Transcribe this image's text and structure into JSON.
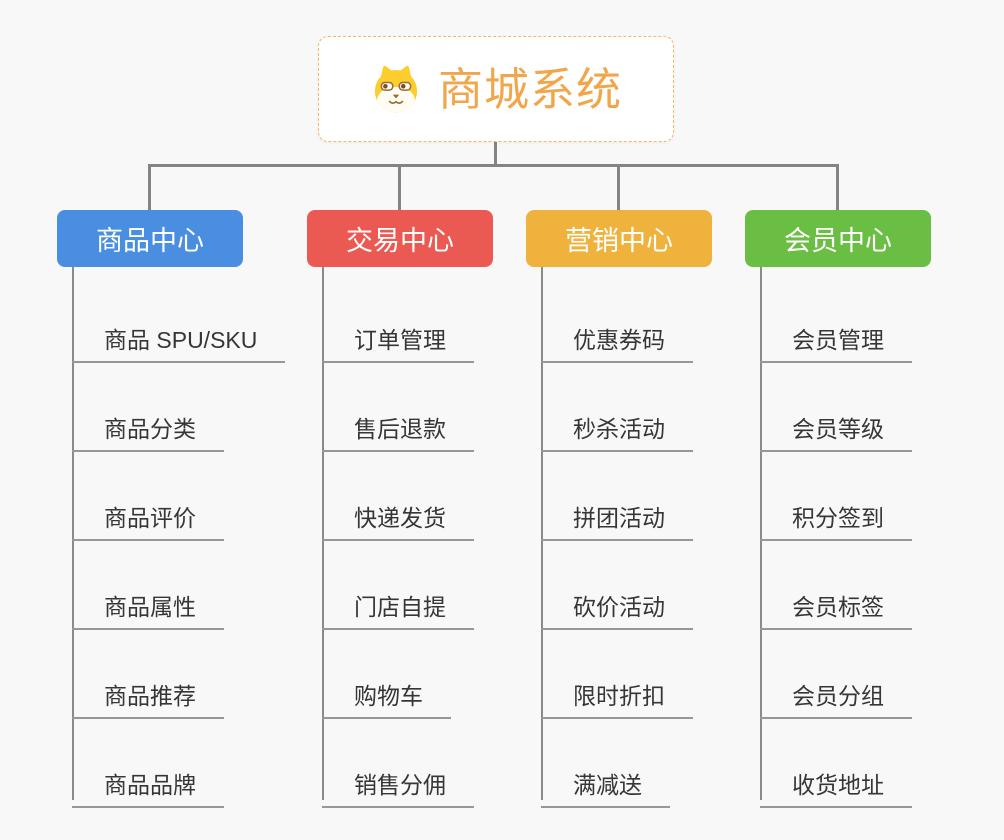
{
  "background": "#f8f8f8",
  "connector_color": "#848484",
  "underline_color": "#979797",
  "child_text_color": "#363636",
  "header_text_color": "#ffffff",
  "root": {
    "title": "商城系统",
    "icon": "dog-face-icon",
    "title_color": "#f0a64a",
    "border_color": "#f4b763"
  },
  "branches": [
    {
      "label": "商品中心",
      "color": "#4a8ee2",
      "children": [
        "商品 SPU/SKU",
        "商品分类",
        "商品评价",
        "商品属性",
        "商品推荐",
        "商品品牌"
      ]
    },
    {
      "label": "交易中心",
      "color": "#eb5a52",
      "children": [
        "订单管理",
        "售后退款",
        "快递发货",
        "门店自提",
        "购物车",
        "销售分佣"
      ]
    },
    {
      "label": "营销中心",
      "color": "#efb23d",
      "children": [
        "优惠券码",
        "秒杀活动",
        "拼团活动",
        "砍价活动",
        "限时折扣",
        "满减送"
      ]
    },
    {
      "label": "会员中心",
      "color": "#6bbe44",
      "children": [
        "会员管理",
        "会员等级",
        "积分签到",
        "会员标签",
        "会员分组",
        "收货地址"
      ]
    }
  ]
}
